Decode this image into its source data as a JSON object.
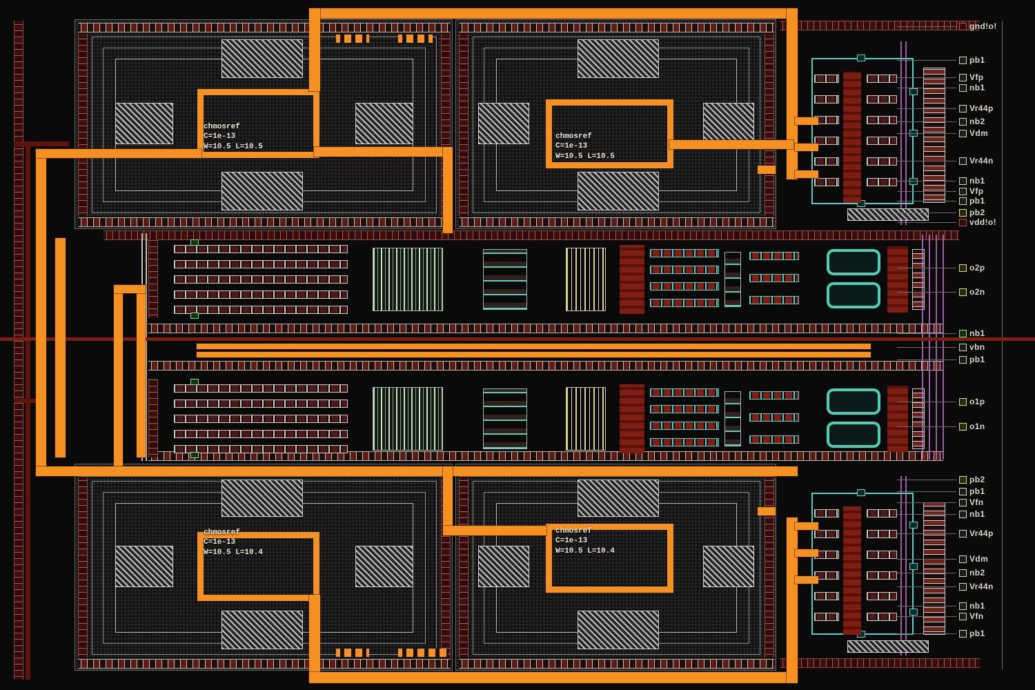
{
  "pins": {
    "right_top": [
      "gnd!o!",
      "pb1",
      "Vfp",
      "nb1",
      "Vr44p",
      "nb2",
      "Vdm",
      "Vr44n",
      "nb1",
      "Vfp",
      "pb1",
      "pb2",
      "vdd!o!"
    ],
    "right_middle": [
      "o2p",
      "o2n",
      "nb1",
      "vbn",
      "pb1",
      "o1p",
      "o1n"
    ],
    "right_bottom": [
      "pb2",
      "pb1",
      "Vfn",
      "nb1",
      "Vr44p",
      "Vdm",
      "nb2",
      "Vr44n",
      "nb1",
      "Vfn",
      "pb1"
    ]
  },
  "devices": {
    "top_left": {
      "name": "chmosref",
      "param": "C=1e-13",
      "size": "W=10.5 L=10.5"
    },
    "top_middle": {
      "name": "chmosref",
      "param": "C=1e-13",
      "size": "W=10.5 L=10.5"
    },
    "bottom_left": {
      "name": "chmosref",
      "param": "C=1e-13",
      "size": "W=10.5 L=10.4"
    },
    "bottom_middle": {
      "name": "chmosref",
      "param": "C=1e-13",
      "size": "W=10.5 L=10.4"
    }
  },
  "colors": {
    "routing_orange": "#f59120",
    "guard_red": "#5a1d14",
    "via_teal": "#58cfc0",
    "select_green": "#7ce07c",
    "highlight_yellow": "#e8e060",
    "magenta": "#b86ec2",
    "grid_white": "#cfcfcf",
    "background": "#0a0a0a"
  }
}
